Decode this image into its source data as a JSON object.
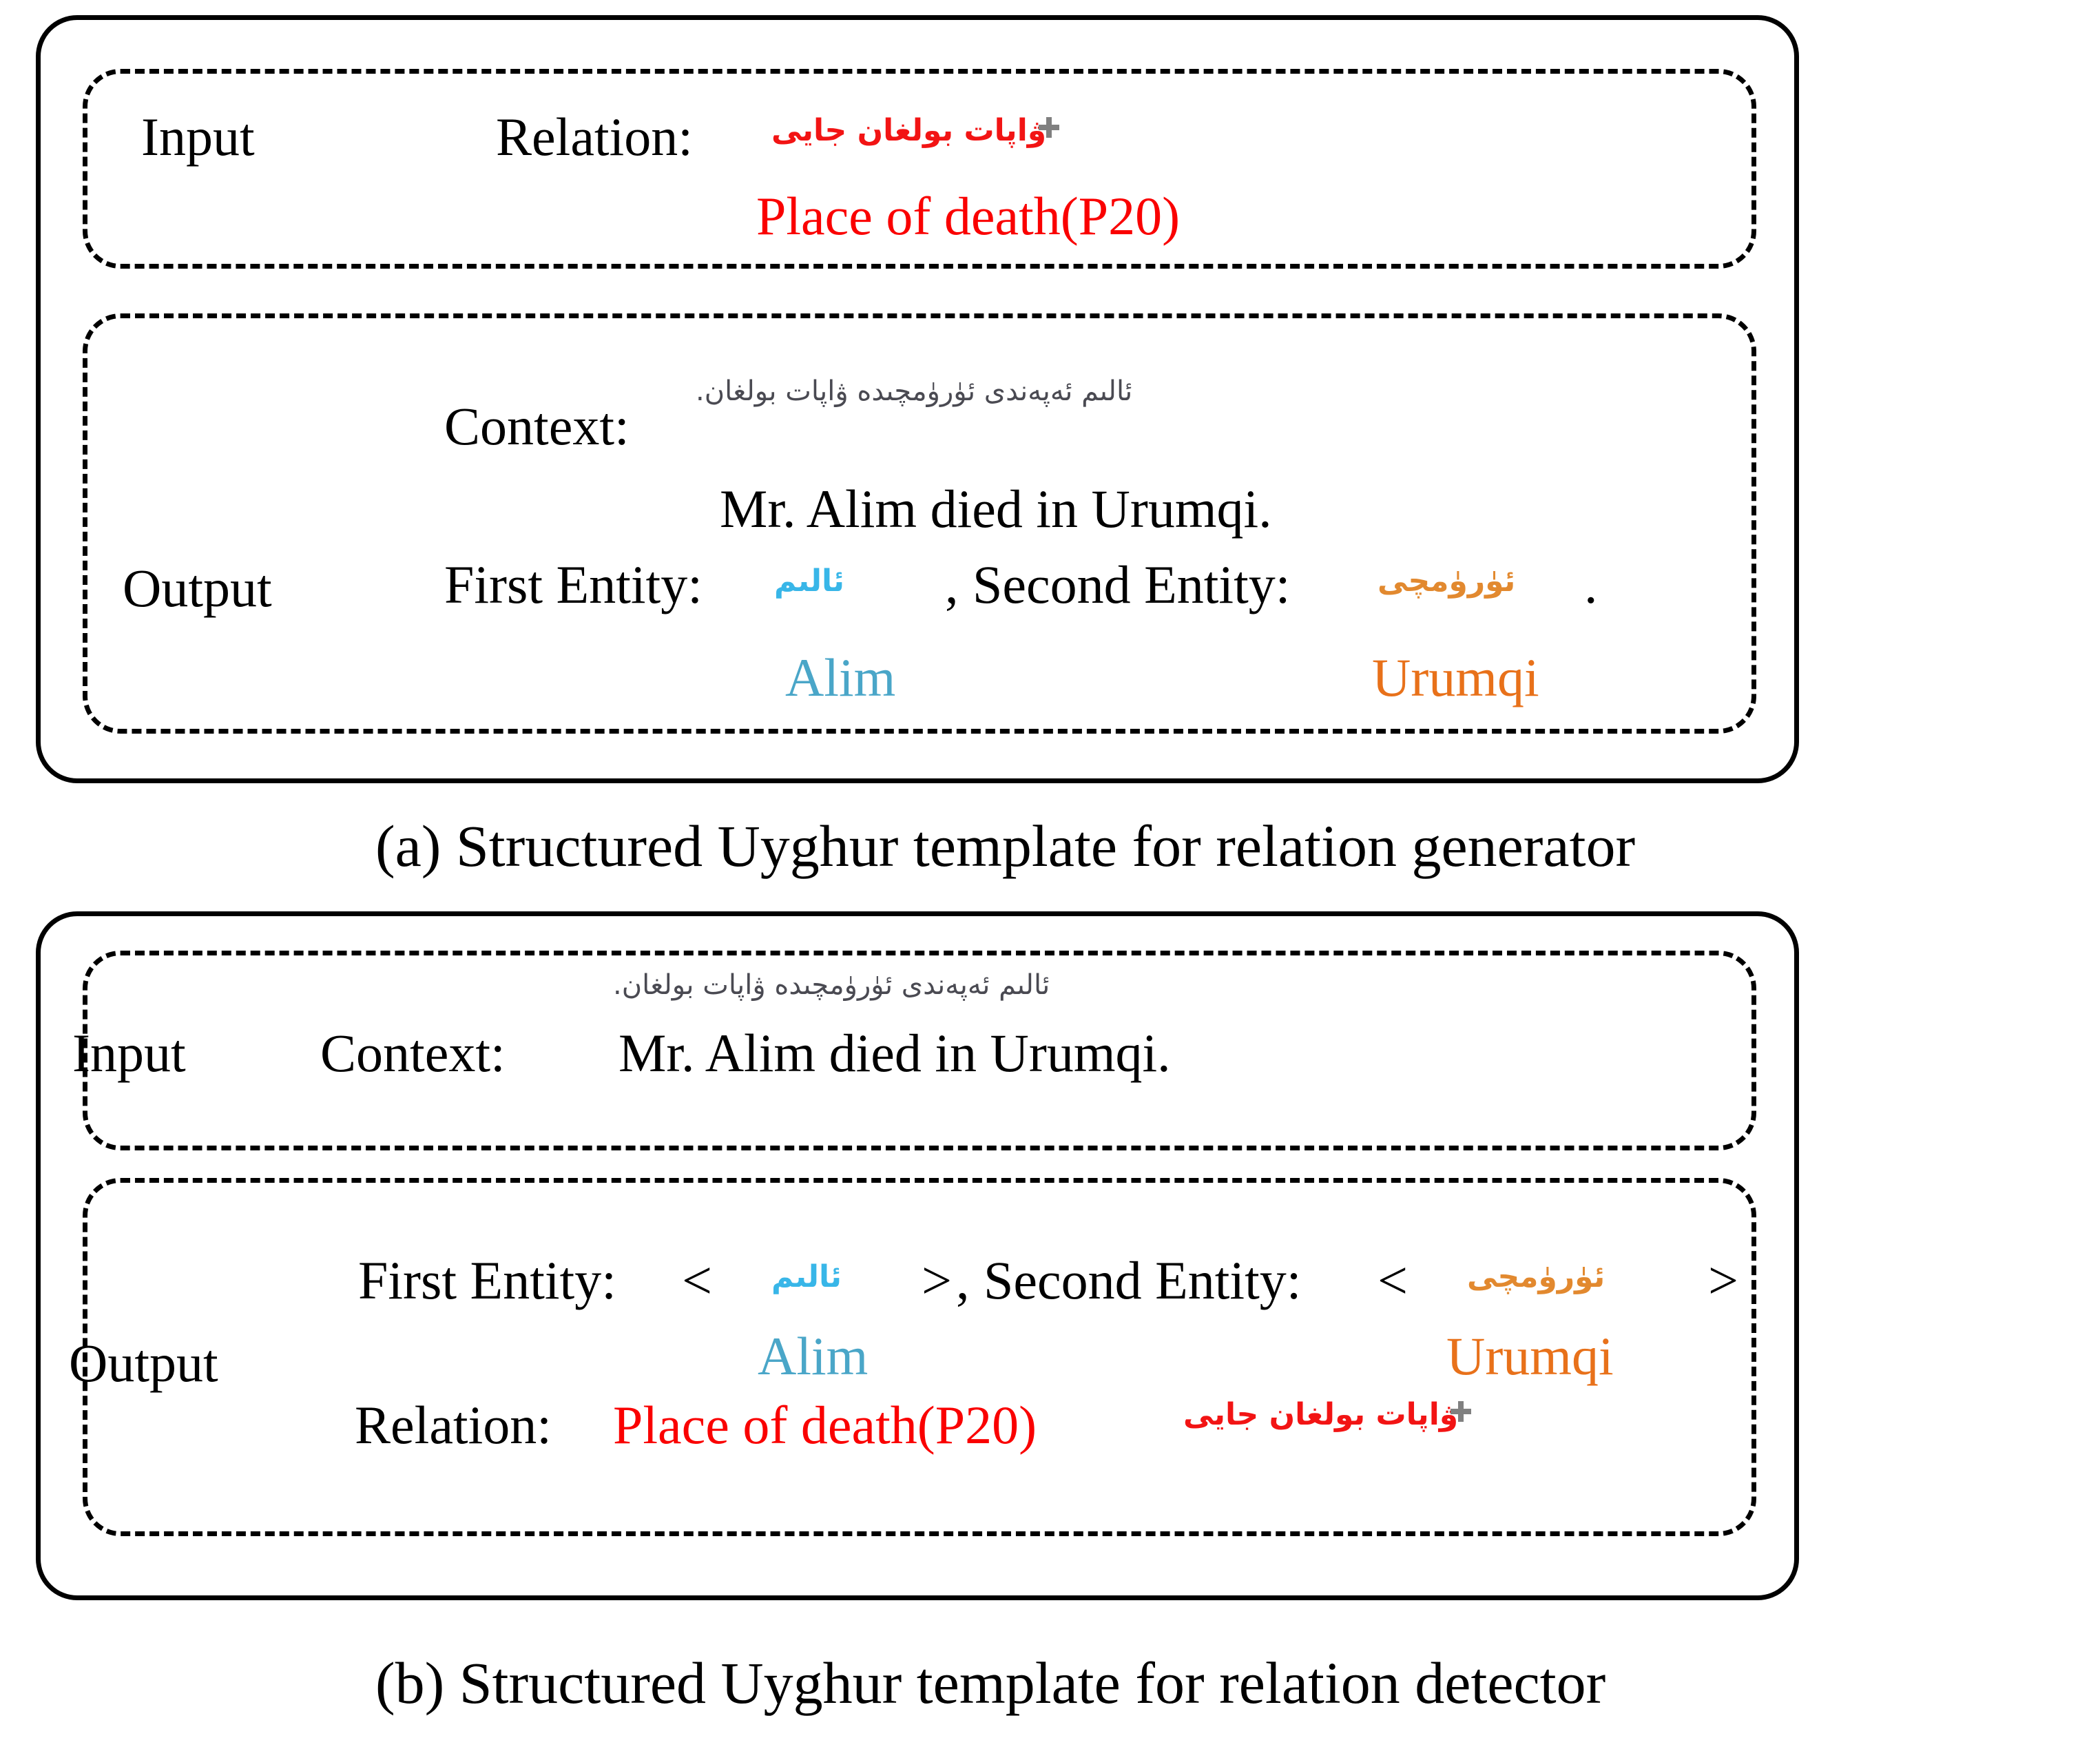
{
  "figure": {
    "panels": [
      {
        "id": "a",
        "caption": "(a) Structured Uyghur template for relation generator",
        "sections": [
          {
            "role_label": "Input",
            "fields": [
              {
                "field_label": "Relation:",
                "uyghur": "ۋاپات بولغان جايى",
                "english": "Place of death(P20)",
                "color": "#fa0000",
                "icon": "crosshair-cursor-icon"
              }
            ]
          },
          {
            "role_label": "Output",
            "fields": [
              {
                "field_label": "Context:",
                "uyghur": "ئالىم ئەپەندى ئۈرۈمچىدە ۋاپات بولغان.",
                "english": "Mr. Alim died in Urumqi.",
                "color": "#000000"
              },
              {
                "field_label": "First Entity:",
                "uyghur": "ئالىم",
                "english": "Alim",
                "color": "#4aa6c8"
              },
              {
                "field_label": "Second Entity:",
                "uyghur": "ئۈرۈمچى",
                "english": "Urumqi",
                "color": "#e8711a"
              }
            ],
            "separator_comma": ",",
            "terminator_period": "."
          }
        ]
      },
      {
        "id": "b",
        "caption": "(b) Structured Uyghur template for relation detector",
        "sections": [
          {
            "role_label": "Input",
            "fields": [
              {
                "field_label": "Context:",
                "uyghur": "ئالىم ئەپەندى ئۈرۈمچىدە ۋاپات بولغان.",
                "english": "Mr. Alim died in Urumqi.",
                "color": "#000000"
              }
            ]
          },
          {
            "role_label": "Output",
            "fields": [
              {
                "field_label": "First Entity:",
                "uyghur": "ئالىم",
                "english": "Alim",
                "color": "#4aa6c8",
                "open_bracket": "<",
                "close_bracket": ">"
              },
              {
                "field_label": "Second Entity:",
                "uyghur": "ئۈرۈمچى",
                "english": "Urumqi",
                "color": "#e8711a",
                "open_bracket": "<",
                "close_bracket": ">"
              },
              {
                "field_label": "Relation:",
                "uyghur": "ۋاپات بولغان جايى",
                "english": "Place of death(P20)",
                "color": "#fa0000",
                "icon": "crosshair-cursor-icon"
              }
            ],
            "separator_comma": ","
          }
        ]
      }
    ]
  },
  "colors": {
    "red": "#fa0000",
    "blue": "#4aa6c8",
    "orange": "#e8711a",
    "gray_text": "#4a4a52",
    "border": "#000000"
  }
}
